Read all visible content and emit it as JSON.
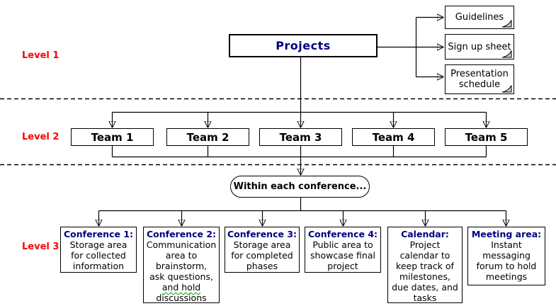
{
  "diagram": {
    "levels": [
      {
        "label": "Level 1"
      },
      {
        "label": "Level 2"
      },
      {
        "label": "Level 3"
      }
    ],
    "root": {
      "title": "Projects"
    },
    "documents": [
      {
        "label": "Guidelines"
      },
      {
        "label": "Sign up sheet"
      },
      {
        "label": "Presentation\nschedule"
      }
    ],
    "teams": [
      {
        "label": "Team 1"
      },
      {
        "label": "Team 2"
      },
      {
        "label": "Team 3"
      },
      {
        "label": "Team 4"
      },
      {
        "label": "Team 5"
      }
    ],
    "bridge": {
      "label": "Within each conference..."
    },
    "areas": [
      {
        "title": "Conference 1:",
        "body": "Storage area\nfor collected\ninformation"
      },
      {
        "title": "Conference 2:",
        "body": "Communication\narea to\nbrainstorm,\nask questions,\n",
        "body_flagged": "and hold",
        "body_after": "\ndiscussions"
      },
      {
        "title": "Conference 3:",
        "body": "Storage area\nfor completed\nphases"
      },
      {
        "title": "Conference 4:",
        "body": "Public area to\nshowcase final\nproject"
      },
      {
        "title": "Calendar:",
        "body": "Project\ncalendar to\nkeep track of\nmilestones,\ndue dates, and\ntasks"
      },
      {
        "title": "Meeting area:",
        "body": "Instant\nmessaging\nforum to hold\nmeetings"
      }
    ],
    "colors": {
      "level_label": "#ff0000",
      "node_title": "#000080",
      "body_text": "#000000",
      "line": "#000000",
      "fold": "#c8c8c8",
      "grammar_squiggle": "#00a000",
      "background": "#ffffff"
    }
  }
}
